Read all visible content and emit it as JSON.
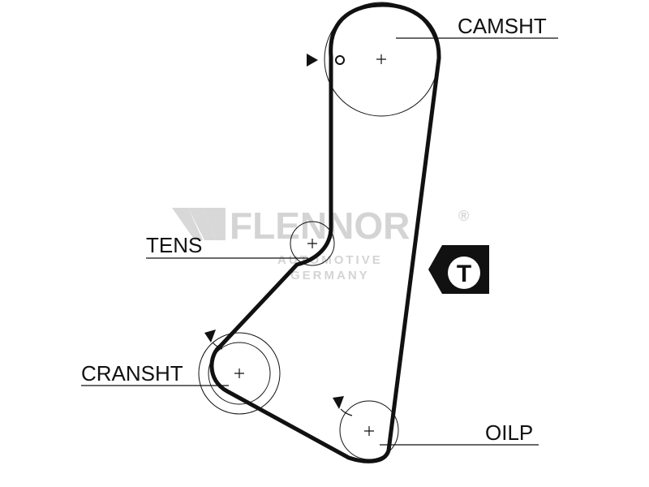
{
  "labels": {
    "camshaft": "CAMSHT",
    "tensioner": "TENS",
    "crankshaft": "CRANSHT",
    "oil_pump": "OILP"
  },
  "badge": {
    "letter": "T"
  },
  "watermark": {
    "brand": "FLENNOR",
    "registered": "®",
    "line1": "AUTOMOTIVE",
    "line2": "GERMANY"
  },
  "colors": {
    "ink": "#111111",
    "watermark": "#d4d4d4",
    "background": "#ffffff"
  }
}
